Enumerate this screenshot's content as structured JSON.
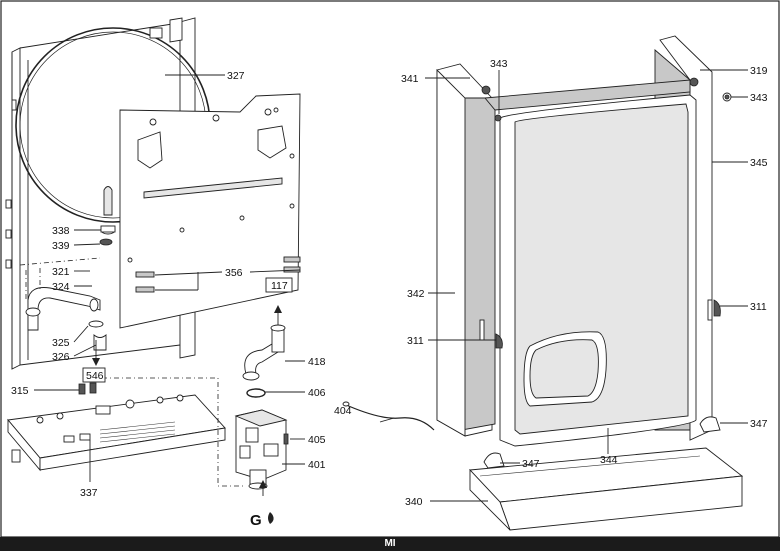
{
  "labels": {
    "l327": "327",
    "l338": "338",
    "l339": "339",
    "l321": "321",
    "l324": "324",
    "l325": "325",
    "l326": "326",
    "l315": "315",
    "l546": "546",
    "l337": "337",
    "l356": "356",
    "l117": "117",
    "l418": "418",
    "l406": "406",
    "l404": "404",
    "l405": "405",
    "l401": "401",
    "l341": "341",
    "l343a": "343",
    "l319": "319",
    "l343b": "343",
    "l345": "345",
    "l342": "342",
    "l311a": "311",
    "l311b": "311",
    "l347a": "347",
    "l347b": "347",
    "l344": "344",
    "l340": "340"
  },
  "gas_symbol": "G",
  "footer": "MI"
}
